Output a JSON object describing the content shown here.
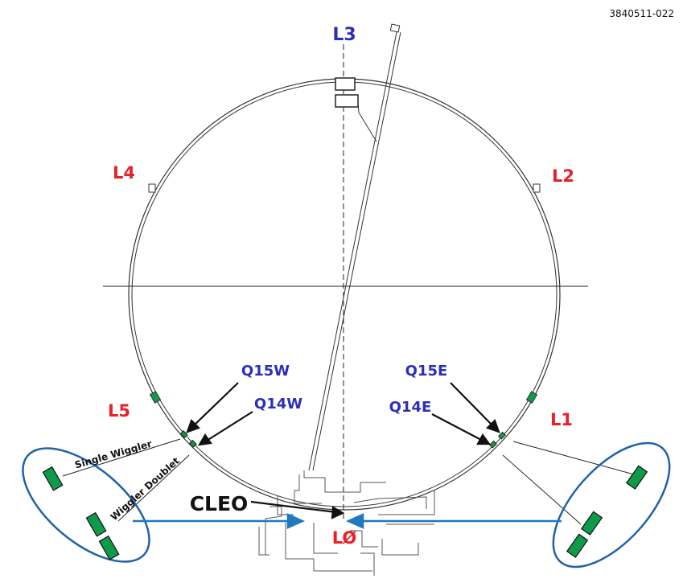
{
  "figure_id": "3840511-022",
  "colors": {
    "location_label": "#e8202a",
    "quad_label": "#2b2fb8",
    "wiggler_fill": "#0f9a4a",
    "ellipse_stroke": "#1f63a8",
    "beam_arrow": "#1f78c0",
    "line": "#222222"
  },
  "locations": {
    "l0": "LØ",
    "l1": "L1",
    "l2": "L2",
    "l3": "L3",
    "l4": "L4",
    "l5": "L5"
  },
  "quadrupoles": {
    "q15w": "Q15W",
    "q14w": "Q14W",
    "q15e": "Q15E",
    "q14e": "Q14E"
  },
  "detector": "CLEO",
  "wigglers": {
    "single": "Single Wiggler",
    "doublet": "Wiggler Doublet"
  }
}
